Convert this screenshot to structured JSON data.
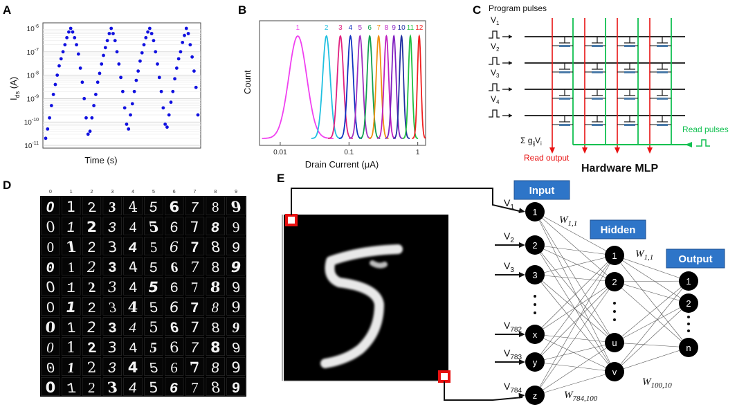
{
  "panels": {
    "a": {
      "letter": "A",
      "ylabel": "I",
      "ylabel_sub": "ds",
      "ylabel_unit": " (A)",
      "xlabel": "Time (s)",
      "yticks": [
        {
          "base": "10",
          "exp": "-6"
        },
        {
          "base": "10",
          "exp": "-7"
        },
        {
          "base": "10",
          "exp": "-8"
        },
        {
          "base": "10",
          "exp": "-9"
        },
        {
          "base": "10",
          "exp": "-10"
        },
        {
          "base": "10",
          "exp": "-11"
        }
      ]
    },
    "b": {
      "letter": "B",
      "ylabel": "Count",
      "xlabel": "Drain Current (μA)",
      "xticks": [
        "0.01",
        "0.1",
        "1"
      ],
      "peak_labels": [
        "1",
        "2",
        "3",
        "4",
        "5",
        "6",
        "7",
        "8",
        "9",
        "10",
        "11",
        "12"
      ]
    },
    "c": {
      "letter": "C",
      "title": "Program pulses",
      "v_labels": [
        {
          "main": "V",
          "sub": "1"
        },
        {
          "main": "V",
          "sub": "2"
        },
        {
          "main": "V",
          "sub": "3"
        },
        {
          "main": "V",
          "sub": "4"
        }
      ],
      "sum_label": "Σ g",
      "sum_sub": "ij",
      "sum_tail": "V",
      "sum_tail_sub": "i",
      "read_output": "Read output",
      "read_pulses": "Read pulses",
      "hardware": "Hardware MLP"
    },
    "d": {
      "letter": "D",
      "col_labels": [
        "0",
        "1",
        "2",
        "3",
        "4",
        "5",
        "6",
        "7",
        "8",
        "9"
      ]
    },
    "e": {
      "letter": "E",
      "badges": {
        "input": "Input",
        "hidden": "Hidden",
        "output": "Output"
      },
      "input_nodes": [
        "1",
        "2",
        "3",
        "x",
        "y",
        "z"
      ],
      "hidden_nodes": [
        "1",
        "2",
        "u",
        "v"
      ],
      "output_nodes": [
        "1",
        "2",
        "n"
      ],
      "v_labels": [
        {
          "main": "V",
          "sub": "1"
        },
        {
          "main": "V",
          "sub": "2"
        },
        {
          "main": "V",
          "sub": "3"
        },
        {
          "main": "V",
          "sub": "782"
        },
        {
          "main": "V",
          "sub": "783"
        },
        {
          "main": "V",
          "sub": "784"
        }
      ],
      "w_labels": [
        {
          "main": "W",
          "sub": "1,1"
        },
        {
          "main": "W",
          "sub": "1,1"
        },
        {
          "main": "W",
          "sub": "100,10"
        },
        {
          "main": "W",
          "sub": "784,100"
        }
      ]
    }
  },
  "colors": {
    "blue_dots": "#1010e0",
    "badge": "#2e75c8",
    "read_red": "#e81010",
    "read_green": "#10c050",
    "pink": "#f040f0",
    "cyan": "#20c0e0",
    "curve_colors": [
      "#f040f0",
      "#20c0e0",
      "#e02080",
      "#1030c0",
      "#a030c0",
      "#10a050",
      "#f09010",
      "#c020c0",
      "#8020c0",
      "#2030a0",
      "#20c040",
      "#f02020"
    ]
  },
  "chart_data": [
    {
      "type": "scatter",
      "title": "",
      "xlabel": "Time (s)",
      "ylabel": "Ids (A)",
      "yscale": "log",
      "ylim": [
        1e-11,
        1e-06
      ],
      "series": [
        {
          "values_description_omitted": false,
          "x": [
            0,
            1,
            2,
            3,
            4,
            5,
            6,
            7,
            8,
            9,
            10,
            11,
            12,
            13,
            14,
            15,
            16,
            17,
            18,
            19,
            20,
            21,
            22,
            23,
            24,
            25,
            26,
            27,
            28,
            29,
            30,
            31,
            32,
            33,
            34,
            35,
            36,
            37,
            38,
            39,
            40,
            41,
            42,
            43,
            44,
            45,
            46,
            47,
            48,
            49,
            50,
            51,
            52,
            53,
            54,
            55,
            56,
            57,
            58,
            59,
            60,
            61,
            62,
            63,
            64,
            65,
            66,
            67,
            68,
            69,
            70,
            71,
            72,
            73,
            74,
            75,
            76,
            77,
            78,
            79
          ],
          "y": [
            2e-11,
            5e-11,
            1.5e-10,
            5e-10,
            1.5e-09,
            4e-09,
            1e-08,
            2.5e-08,
            5e-08,
            1e-07,
            2e-07,
            4e-07,
            7e-07,
            1e-06,
            7e-07,
            4e-07,
            2e-07,
            8e-08,
            2e-08,
            5e-09,
            1e-09,
            1.5e-10,
            3e-11,
            4e-11,
            1.5e-10,
            5e-10,
            1.5e-09,
            5e-09,
            1.2e-08,
            3e-08,
            7e-08,
            1.5e-07,
            3e-07,
            6e-07,
            1e-06,
            6e-07,
            3e-07,
            1e-07,
            3e-08,
            8e-09,
            2e-09,
            4e-10,
            8e-11,
            5e-11,
            2e-10,
            6e-10,
            2e-09,
            6e-09,
            1.5e-08,
            4e-08,
            9e-08,
            2e-07,
            4e-07,
            7e-07,
            1e-06,
            6e-07,
            3e-07,
            1e-07,
            3e-08,
            8e-09,
            2e-09,
            4e-10,
            8e-11,
            6e-11,
            2e-10,
            7e-10,
            2e-09,
            7e-09,
            2e-08,
            5e-08,
            1e-07,
            2.5e-07,
            5e-07,
            1e-06,
            6e-07,
            2e-07,
            6e-08,
            1.5e-08,
            3e-09,
            2e-10
          ]
        }
      ]
    },
    {
      "type": "line",
      "title": "",
      "xlabel": "Drain Current (μA)",
      "ylabel": "Count",
      "xscale": "log",
      "xlim": [
        0.005,
        1.3
      ],
      "series": [
        {
          "name": "1",
          "peak": 0.018,
          "width": 0.13
        },
        {
          "name": "2",
          "peak": 0.047,
          "width": 0.055
        },
        {
          "name": "3",
          "peak": 0.075,
          "width": 0.045
        },
        {
          "name": "4",
          "peak": 0.105,
          "width": 0.042
        },
        {
          "name": "5",
          "peak": 0.145,
          "width": 0.04
        },
        {
          "name": "6",
          "peak": 0.2,
          "width": 0.038
        },
        {
          "name": "7",
          "peak": 0.27,
          "width": 0.036
        },
        {
          "name": "8",
          "peak": 0.35,
          "width": 0.034
        },
        {
          "name": "9",
          "peak": 0.45,
          "width": 0.032
        },
        {
          "name": "10",
          "peak": 0.58,
          "width": 0.03
        },
        {
          "name": "11",
          "peak": 0.78,
          "width": 0.028
        },
        {
          "name": "12",
          "peak": 1.05,
          "width": 0.026
        }
      ]
    }
  ]
}
